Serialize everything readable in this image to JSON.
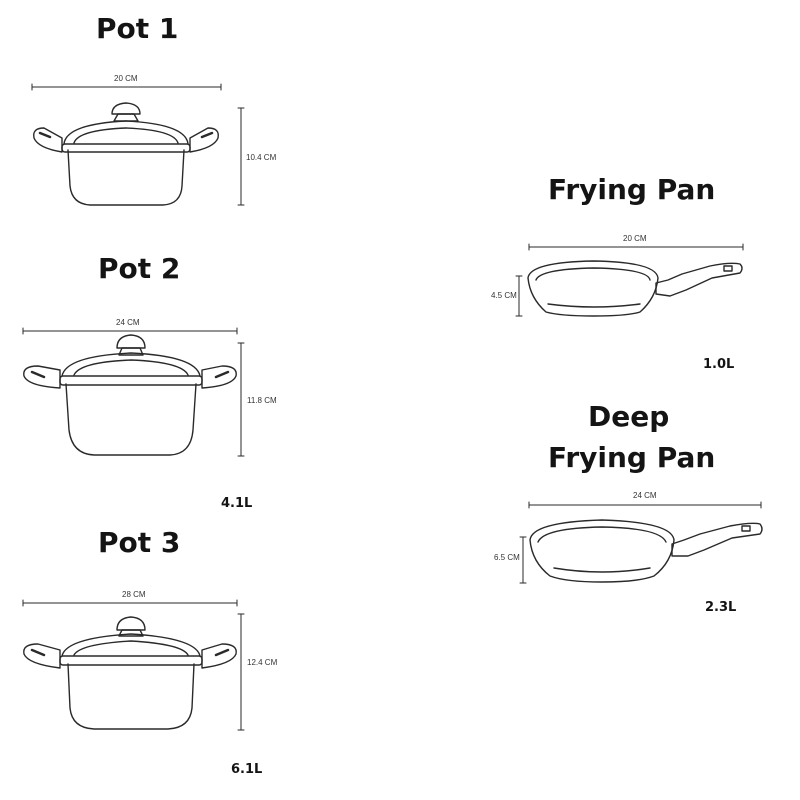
{
  "items": [
    {
      "title": "Pot 1",
      "width": "20 CM",
      "height": "10.4 CM",
      "capacity": ""
    },
    {
      "title": "Pot 2",
      "width": "24 CM",
      "height": "11.8 CM",
      "capacity": "4.1L"
    },
    {
      "title": "Pot 3",
      "width": "28 CM",
      "height": "12.4 CM",
      "capacity": "6.1L"
    },
    {
      "title": "Frying Pan",
      "width": "20 CM",
      "height": "4.5 CM",
      "capacity": "1.0L"
    },
    {
      "title_line1": "Deep",
      "title_line2": "Frying Pan",
      "width": "24 CM",
      "height": "6.5 CM",
      "capacity": "2.3L"
    }
  ]
}
